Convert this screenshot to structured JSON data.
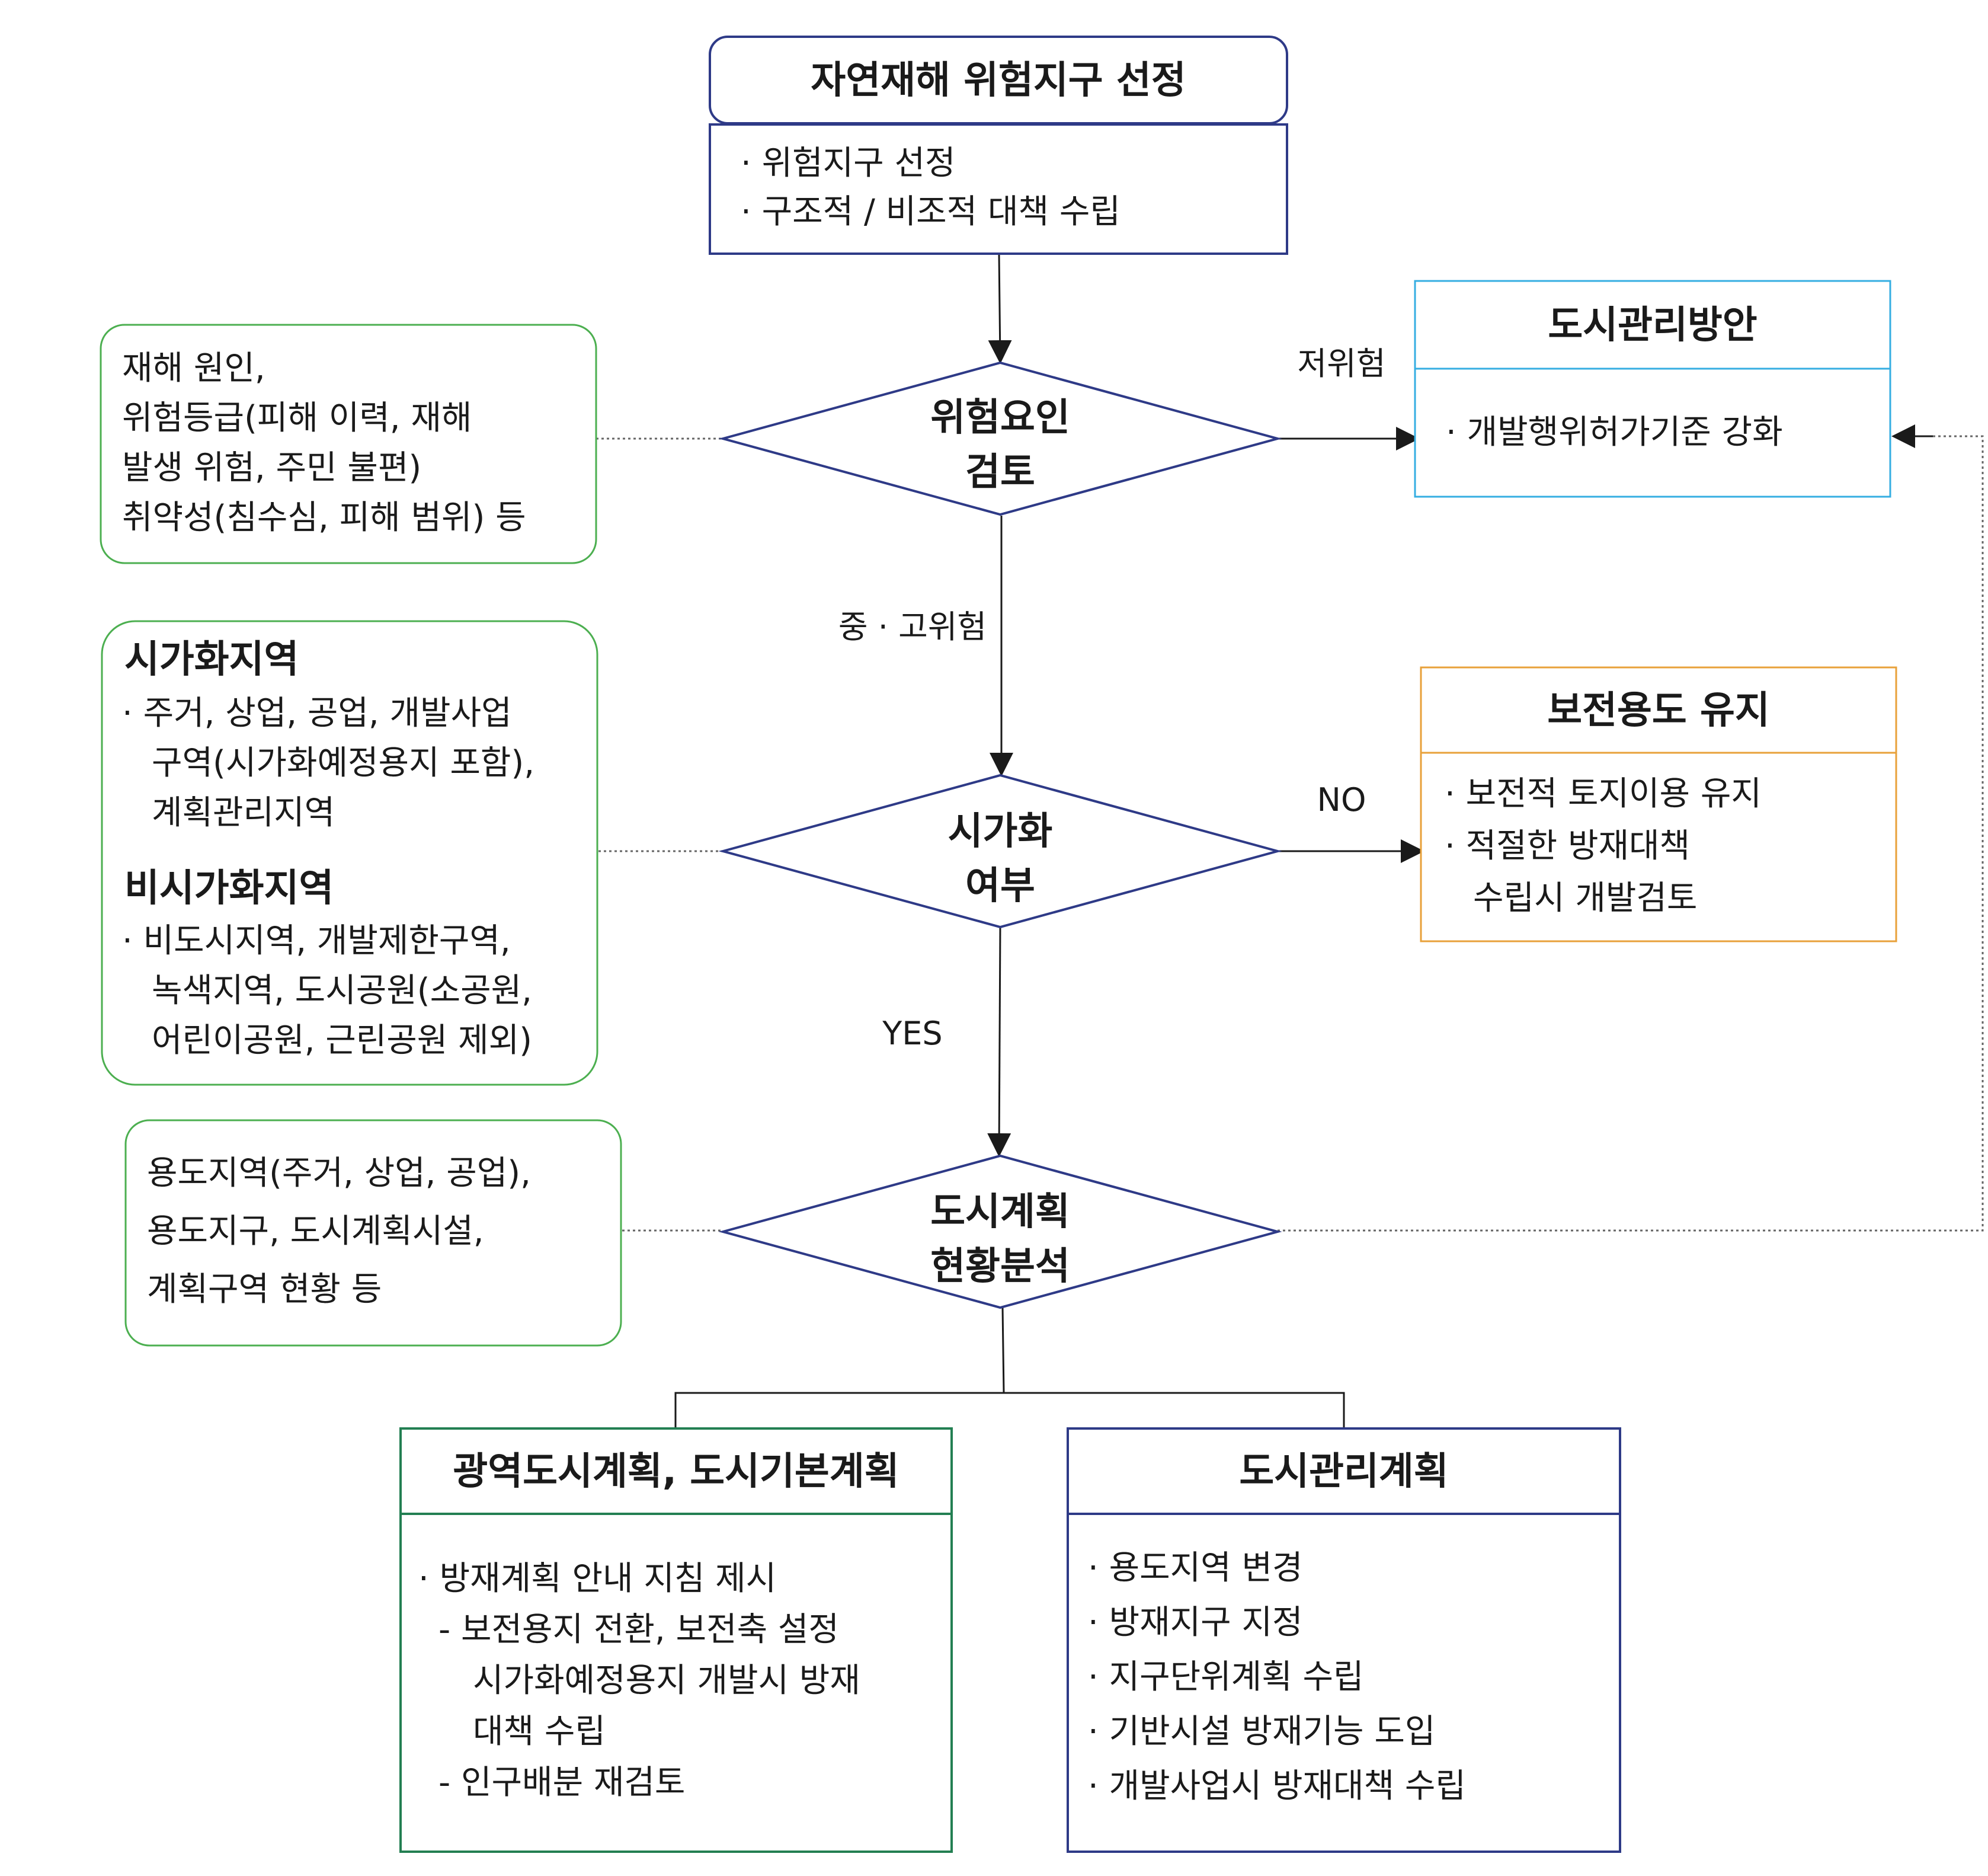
{
  "top_box": {
    "title": "자연재해 위험지구 선정",
    "items": [
      "· 위험지구 선정",
      "· 구조적 / 비조적 대책 수립"
    ]
  },
  "decision_1": {
    "line1": "위험요인",
    "line2": "검토"
  },
  "decision_2": {
    "line1": "시가화",
    "line2": "여부"
  },
  "decision_3": {
    "line1": "도시계획",
    "line2": "현황분석"
  },
  "edge_labels": {
    "low_risk": "저위험",
    "mid_high_risk": "중 · 고위험",
    "no": "NO",
    "yes": "YES"
  },
  "note_1": {
    "lines": [
      "재해 원인,",
      "위험등급(피해 이력, 재해",
      "발생 위험, 주민 불편)",
      "취약성(침수심, 피해 범위) 등"
    ]
  },
  "note_2": {
    "heading_1": "시가화지역",
    "lines_1": [
      "· 주거, 상업, 공업, 개발사업",
      "구역(시가화예정용지 포함),",
      "계획관리지역"
    ],
    "heading_2": "비시가화지역",
    "lines_2": [
      "· 비도시지역, 개발제한구역,",
      "녹색지역, 도시공원(소공원,",
      "어린이공원, 근린공원 제외)"
    ]
  },
  "note_3": {
    "lines": [
      "용도지역(주거, 상업, 공업),",
      "용도지구, 도시계획시설,",
      "계획구역 현황 등"
    ]
  },
  "urban_mgmt_plan": {
    "title": "도시관리방안",
    "items": [
      "· 개발행위허가기준 강화"
    ]
  },
  "conservation": {
    "title": "보전용도 유지",
    "items": [
      "· 보전적 토지이용 유지",
      "· 적절한 방재대책",
      "수립시 개발검토"
    ]
  },
  "regional_plan": {
    "title": "광역도시계획, 도시기본계획",
    "items": [
      "· 방재계획 안내 지침 제시",
      "- 보전용지 전환, 보전축 설정",
      "시가화예정용지  개발시  방재",
      "대책 수립",
      "- 인구배분 재검토"
    ]
  },
  "management_plan": {
    "title": "도시관리계획",
    "items": [
      "· 용도지역 변경",
      "· 방재지구 지정",
      "· 지구단위계획 수립",
      "· 기반시설 방재기능 도입",
      "· 개발사업시 방재대책 수립"
    ]
  },
  "colors": {
    "navy": "#2e3a87",
    "teal": "#237f52",
    "green_border": "#4caf50",
    "blue_border": "#35aee2",
    "orange_border": "#e8a13a",
    "text": "#1a1a1a",
    "dotted": "#666666"
  }
}
